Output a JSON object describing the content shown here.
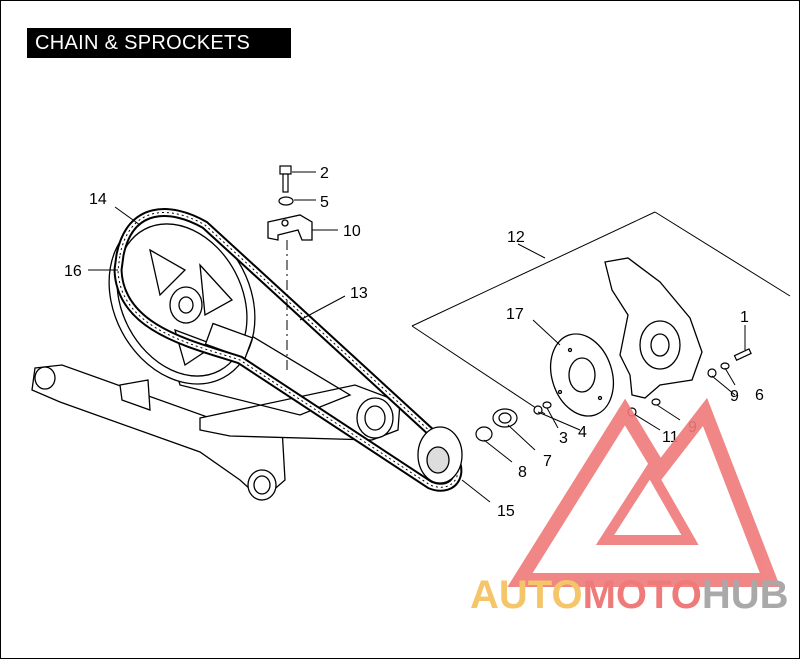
{
  "title": "CHAIN & SPROCKETS",
  "callouts": {
    "c1": "1",
    "c2": "2",
    "c3": "3",
    "c4": "4",
    "c5": "5",
    "c6": "6",
    "c7": "7",
    "c8": "8",
    "c9a": "9",
    "c9b": "9",
    "c10": "10",
    "c11": "11",
    "c12": "12",
    "c13": "13",
    "c14": "14",
    "c15": "15",
    "c16": "16",
    "c17": "17"
  },
  "watermark": {
    "part1": "AUTO",
    "part2": "MOTO",
    "part3": "HUB",
    "colors": {
      "yellow": "#f5c56a",
      "red": "#ef7a7a",
      "gray": "#a9a9a9"
    }
  }
}
